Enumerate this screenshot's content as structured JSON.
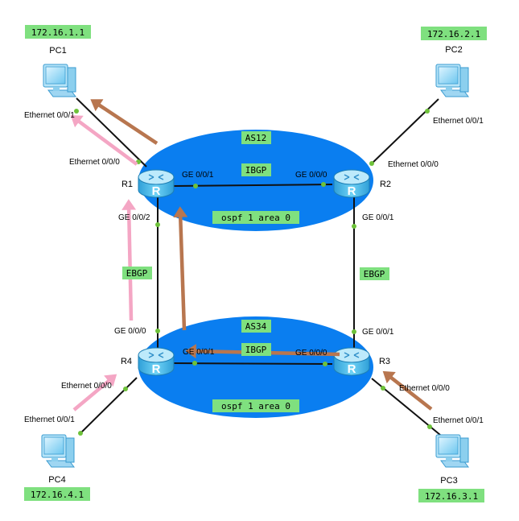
{
  "as_labels": {
    "top": "AS12",
    "bottom": "AS34"
  },
  "ospf_labels": {
    "top": "ospf 1 area 0",
    "bottom": "ospf 1 area 0"
  },
  "protocol_labels": {
    "ibgp_top": "IBGP",
    "ibgp_bottom": "IBGP",
    "ebgp_left": "EBGP",
    "ebgp_right": "EBGP"
  },
  "routers": {
    "r1": "R1",
    "r2": "R2",
    "r3": "R3",
    "r4": "R4",
    "glyph": "R"
  },
  "pcs": {
    "pc1": {
      "name": "PC1",
      "ip": "172.16.1.1"
    },
    "pc2": {
      "name": "PC2",
      "ip": "172.16.2.1"
    },
    "pc3": {
      "name": "PC3",
      "ip": "172.16.3.1"
    },
    "pc4": {
      "name": "PC4",
      "ip": "172.16.4.1"
    }
  },
  "interfaces": {
    "pc1_eth": "Ethernet 0/0/1",
    "r1_eth": "Ethernet 0/0/0",
    "r1_ge001": "GE 0/0/1",
    "r1_ge002": "GE 0/0/2",
    "r2_ge000": "GE 0/0/0",
    "r2_eth": "Ethernet 0/0/0",
    "pc2_eth": "Ethernet 0/0/1",
    "r2_ge001": "GE 0/0/1",
    "r4_ge000": "GE 0/0/0",
    "r4_ge001": "GE 0/0/1",
    "r3_ge001": "GE 0/0/1",
    "r3_ge000": "GE 0/0/0",
    "r4_eth": "Ethernet 0/0/0",
    "pc4_eth": "Ethernet 0/0/1",
    "r3_eth": "Ethernet 0/0/0",
    "pc3_eth": "Ethernet 0/0/1"
  },
  "colors": {
    "as_area": "#0a7ef0",
    "link": "#111111",
    "port_dot": "#6ec23a",
    "label_bg": "#7fe07f",
    "arrow_brown": "#b8764f",
    "arrow_pink": "#f4a6c4",
    "router_body": "#5bc4ee",
    "router_top": "#a6e3f8"
  }
}
